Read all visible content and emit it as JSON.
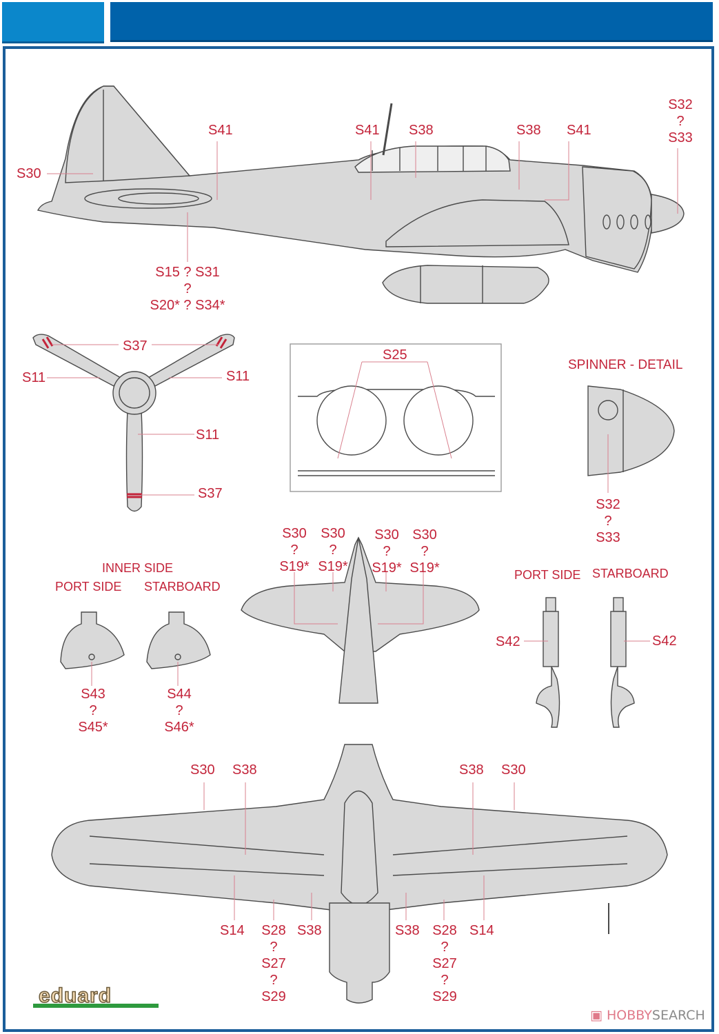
{
  "header": {
    "left_color": "#0b87cb",
    "right_color": "#0062aa"
  },
  "colors": {
    "label": "#c3243a",
    "aircraft_fill": "#d9d9d9",
    "outline": "#4a4a4a",
    "frame": "#1b5e9a"
  },
  "side_view": {
    "labels": [
      {
        "id": "s30-fin",
        "text": "S30"
      },
      {
        "id": "s41-aft",
        "text": "S41"
      },
      {
        "id": "s41-cockpit",
        "text": "S41"
      },
      {
        "id": "s38-cockpit",
        "text": "S38"
      },
      {
        "id": "s38-fwd",
        "text": "S38"
      },
      {
        "id": "s41-fwd",
        "text": "S41"
      }
    ],
    "spinner_callout": [
      "S32",
      "?",
      "S33"
    ],
    "fuselage_callout": [
      "S15 ? S31",
      "?",
      "S20* ? S34*"
    ]
  },
  "propeller": {
    "labels": {
      "s37_top": "S37",
      "s11_left": "S11",
      "s11_right": "S11",
      "s11_bottom": "S11",
      "s37_bottom": "S37"
    }
  },
  "wheel_well": {
    "label": "S25"
  },
  "spinner_detail": {
    "title": "SPINNER - DETAIL",
    "callout": [
      "S32",
      "?",
      "S33"
    ]
  },
  "wheel_covers": {
    "heading": "INNER SIDE",
    "port_label": "PORT SIDE",
    "starboard_label": "STARBOARD",
    "port_callout": [
      "S43",
      "?",
      "S45*"
    ],
    "starboard_callout": [
      "S44",
      "?",
      "S46*"
    ]
  },
  "tailplane": {
    "callouts": [
      [
        "S30",
        "?",
        "S19*"
      ],
      [
        "S30",
        "?",
        "S19*"
      ],
      [
        "S30",
        "?",
        "S19*"
      ],
      [
        "S30",
        "?",
        "S19*"
      ]
    ]
  },
  "landing_gear": {
    "port_label": "PORT SIDE",
    "starboard_label": "STARBOARD",
    "port_callout": "S42",
    "starboard_callout": "S42"
  },
  "underside": {
    "top_left": {
      "a": "S30",
      "b": "S38"
    },
    "top_right": {
      "a": "S38",
      "b": "S30"
    },
    "bottom_left": {
      "s14": "S14",
      "s28": [
        "S28",
        "?",
        "S27",
        "?",
        "S29"
      ],
      "s38": "S38"
    },
    "bottom_right": {
      "s38": "S38",
      "s28": [
        "S28",
        "?",
        "S27",
        "?",
        "S29"
      ],
      "s14": "S14"
    }
  },
  "branding": {
    "logo": "eduard",
    "watermark_a": "HOBBY",
    "watermark_b": "SEARCH",
    "watermark_icon": "hobby-search-logo-icon"
  }
}
